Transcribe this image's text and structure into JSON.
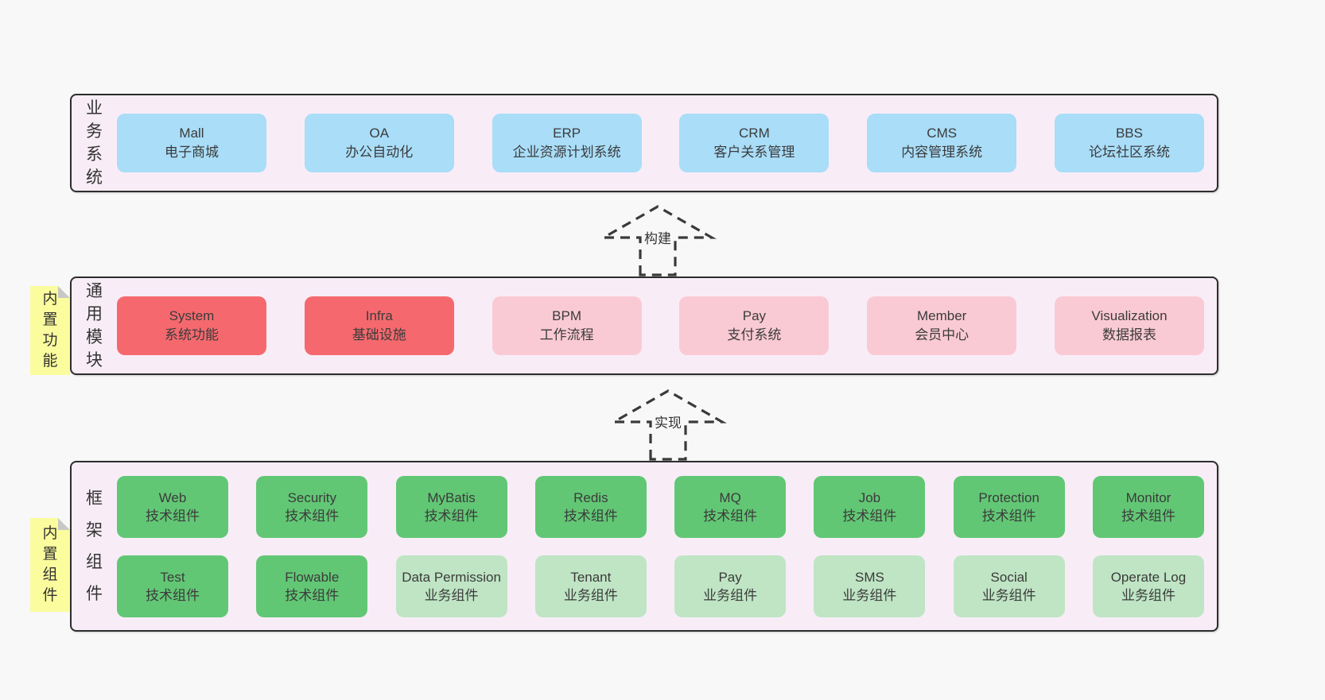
{
  "colors": {
    "pageBg": "#f8f8f8",
    "layerBg": "#f8edf7",
    "layerBorder": "#2d2d2d",
    "blue": "#a9ddf8",
    "red": "#f5696e",
    "pink": "#facad4",
    "green": "#62c775",
    "lightgreen": "#bfe5c4",
    "sticky": "#fbfc9d",
    "stickyFold": "#c7c7c7",
    "text": "#3b3b3b",
    "arrow": "#3a3a3a"
  },
  "arrows": [
    {
      "label": "构建"
    },
    {
      "label": "实现"
    }
  ],
  "layers": [
    {
      "id": "business-systems",
      "label": "业务系统",
      "sticky": null,
      "boxes": [
        {
          "title": "Mall",
          "subtitle": "电子商城",
          "type": "blue"
        },
        {
          "title": "OA",
          "subtitle": "办公自动化",
          "type": "blue"
        },
        {
          "title": "ERP",
          "subtitle": "企业资源计划系统",
          "type": "blue"
        },
        {
          "title": "CRM",
          "subtitle": "客户关系管理",
          "type": "blue"
        },
        {
          "title": "CMS",
          "subtitle": "内容管理系统",
          "type": "blue"
        },
        {
          "title": "BBS",
          "subtitle": "论坛社区系统",
          "type": "blue"
        }
      ]
    },
    {
      "id": "common-modules",
      "label": "通用模块",
      "sticky": "内置功能",
      "boxes": [
        {
          "title": "System",
          "subtitle": "系统功能",
          "type": "red"
        },
        {
          "title": "Infra",
          "subtitle": "基础设施",
          "type": "red"
        },
        {
          "title": "BPM",
          "subtitle": "工作流程",
          "type": "pink"
        },
        {
          "title": "Pay",
          "subtitle": "支付系统",
          "type": "pink"
        },
        {
          "title": "Member",
          "subtitle": "会员中心",
          "type": "pink"
        },
        {
          "title": "Visualization",
          "subtitle": "数据报表",
          "type": "pink"
        }
      ]
    },
    {
      "id": "framework-components",
      "label": "框架组件",
      "sticky": "内置组件",
      "boxes": [
        {
          "title": "Web",
          "subtitle": "技术组件",
          "type": "green"
        },
        {
          "title": "Security",
          "subtitle": "技术组件",
          "type": "green"
        },
        {
          "title": "MyBatis",
          "subtitle": "技术组件",
          "type": "green"
        },
        {
          "title": "Redis",
          "subtitle": "技术组件",
          "type": "green"
        },
        {
          "title": "MQ",
          "subtitle": "技术组件",
          "type": "green"
        },
        {
          "title": "Job",
          "subtitle": "技术组件",
          "type": "green"
        },
        {
          "title": "Protection",
          "subtitle": "技术组件",
          "type": "green"
        },
        {
          "title": "Monitor",
          "subtitle": "技术组件",
          "type": "green"
        },
        {
          "title": "Test",
          "subtitle": "技术组件",
          "type": "green"
        },
        {
          "title": "Flowable",
          "subtitle": "技术组件",
          "type": "green"
        },
        {
          "title": "Data Permission",
          "subtitle": "业务组件",
          "type": "lightgreen"
        },
        {
          "title": "Tenant",
          "subtitle": "业务组件",
          "type": "lightgreen"
        },
        {
          "title": "Pay",
          "subtitle": "业务组件",
          "type": "lightgreen"
        },
        {
          "title": "SMS",
          "subtitle": "业务组件",
          "type": "lightgreen"
        },
        {
          "title": "Social",
          "subtitle": "业务组件",
          "type": "lightgreen"
        },
        {
          "title": "Operate Log",
          "subtitle": "业务组件",
          "type": "lightgreen"
        }
      ]
    }
  ]
}
